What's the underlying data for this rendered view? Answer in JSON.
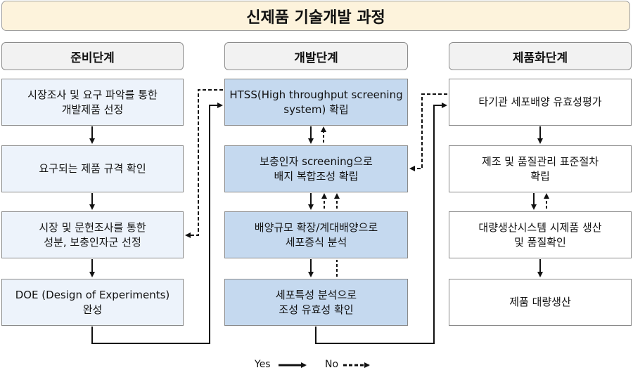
{
  "title": "신제품 기술개발 과정",
  "phases": [
    {
      "label": "준비단계"
    },
    {
      "label": "개발단계"
    },
    {
      "label": "제품화단계"
    }
  ],
  "column1": [
    "시장조사 및 요구 파악를 통한\n개발제품 선정",
    "요구되는 제품 규격 확인",
    "시장 및 문헌조사를 통한\n성분, 보충인자군 선정",
    "DOE (Design of Experiments)\n완성"
  ],
  "column2": [
    "HTSS(High throughput screening\nsystem) 확립",
    "보충인자 screening으로\n배지 복합조성 확립",
    "배양규모 확장/계대배양으로\n세포증식 분석",
    "세포특성 분석으로\n조성 유효성 확인"
  ],
  "column3": [
    "타기관 세포배양 유효성평가",
    "제조 및 품질관리 표준절차\n확립",
    "대량생산시스템 시제품 생산\n및 품질확인",
    "제품 대량생산"
  ],
  "legend": {
    "yes": "Yes",
    "no": "No"
  }
}
